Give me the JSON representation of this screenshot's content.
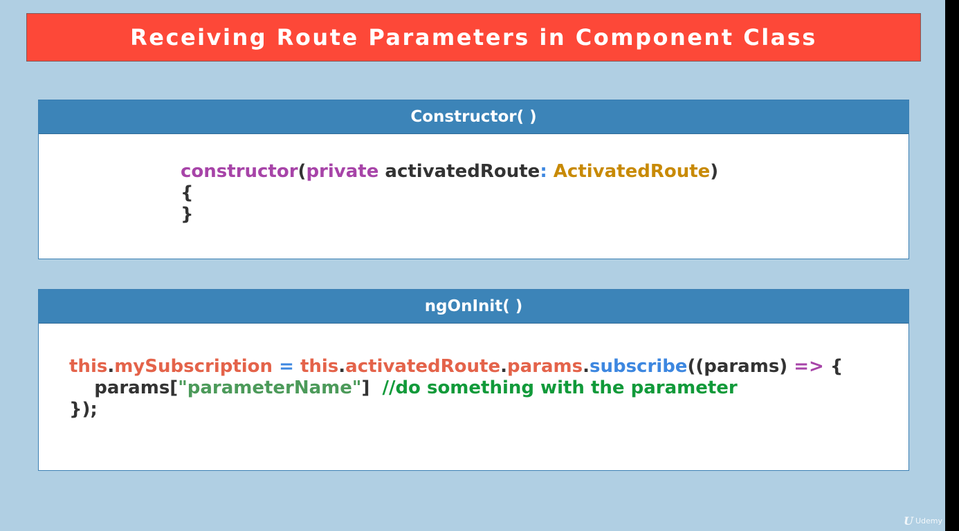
{
  "title": "Receiving Route Parameters in Component Class",
  "panels": [
    {
      "header": "Constructor( )",
      "lines": [
        [
          {
            "text": "constructor",
            "color": "#a744a8"
          },
          {
            "text": "(",
            "color": "#333333"
          },
          {
            "text": "private",
            "color": "#a744a8"
          },
          {
            "text": " activatedRoute",
            "color": "#333333"
          },
          {
            "text": ":",
            "color": "#3d87e0"
          },
          {
            "text": " ActivatedRoute",
            "color": "#c88a05"
          },
          {
            "text": ")",
            "color": "#333333"
          }
        ],
        [
          {
            "text": "{",
            "color": "#333333"
          }
        ],
        [
          {
            "text": "}",
            "color": "#333333"
          }
        ]
      ]
    },
    {
      "header": "ngOnInit( )",
      "lines": [
        [
          {
            "text": "this",
            "color": "#e4634a"
          },
          {
            "text": ".",
            "color": "#333333"
          },
          {
            "text": "mySubscription",
            "color": "#e4634a"
          },
          {
            "text": " = ",
            "color": "#3d87e0"
          },
          {
            "text": "this",
            "color": "#e4634a"
          },
          {
            "text": ".",
            "color": "#333333"
          },
          {
            "text": "activatedRoute",
            "color": "#e4634a"
          },
          {
            "text": ".",
            "color": "#333333"
          },
          {
            "text": "params",
            "color": "#e4634a"
          },
          {
            "text": ".",
            "color": "#333333"
          },
          {
            "text": "subscribe",
            "color": "#3d87e0"
          },
          {
            "text": "((params) ",
            "color": "#333333"
          },
          {
            "text": "=>",
            "color": "#a744a8"
          },
          {
            "text": " {",
            "color": "#333333"
          }
        ],
        [
          {
            "text": "    params[",
            "color": "#333333"
          },
          {
            "text": "\"parameterName\"",
            "color": "#4c9a5a"
          },
          {
            "text": "]  ",
            "color": "#333333"
          },
          {
            "text": "//do something with the parameter",
            "color": "#119a3a"
          }
        ],
        [
          {
            "text": "});",
            "color": "#333333"
          }
        ]
      ]
    }
  ],
  "watermark": {
    "logo": "U",
    "text": "Udemy"
  }
}
